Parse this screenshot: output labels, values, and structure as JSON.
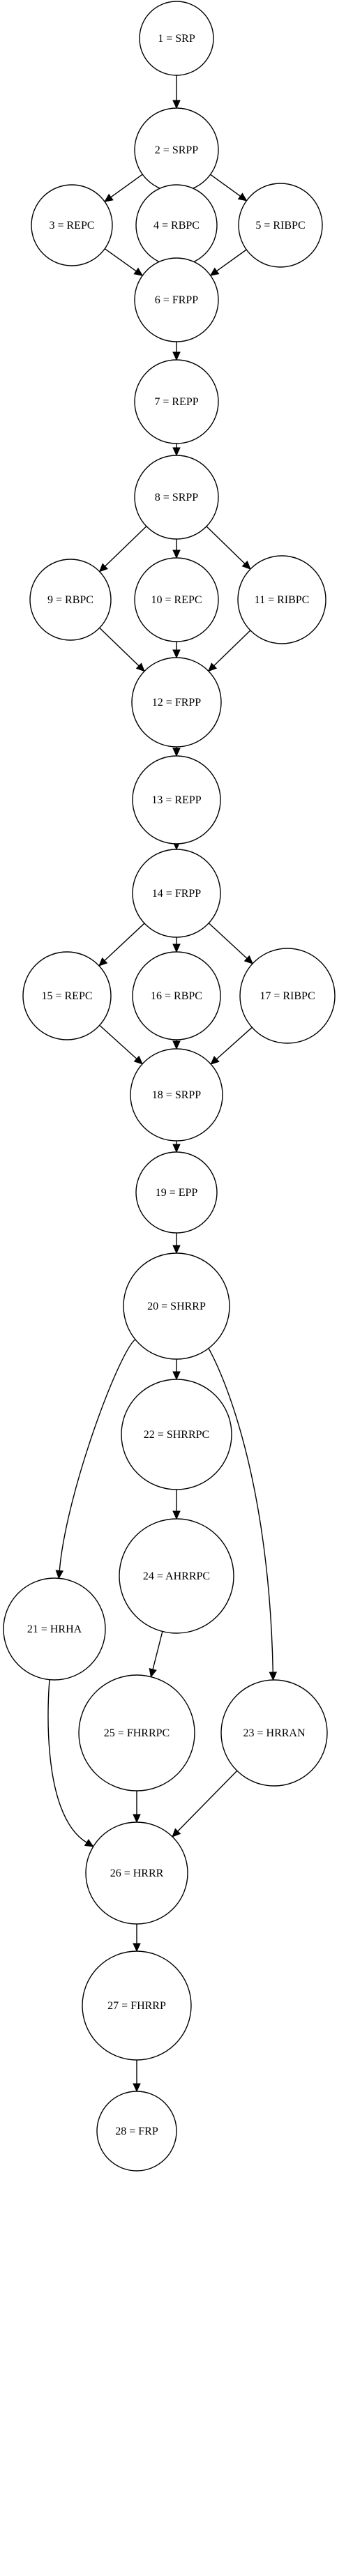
{
  "diagram": {
    "nodes": [
      {
        "id": "n1",
        "label": "1 = SRP"
      },
      {
        "id": "n2",
        "label": "2 = SRPP"
      },
      {
        "id": "n3",
        "label": "3 = REPC"
      },
      {
        "id": "n4",
        "label": "4 = RBPC"
      },
      {
        "id": "n5",
        "label": "5 = RIBPC"
      },
      {
        "id": "n6",
        "label": "6 = FRPP"
      },
      {
        "id": "n7",
        "label": "7 = REPP"
      },
      {
        "id": "n8",
        "label": "8 = SRPP"
      },
      {
        "id": "n9",
        "label": "9 = RBPC"
      },
      {
        "id": "n10",
        "label": "10 = REPC"
      },
      {
        "id": "n11",
        "label": "11 = RIBPC"
      },
      {
        "id": "n12",
        "label": "12 = FRPP"
      },
      {
        "id": "n13",
        "label": "13 = REPP"
      },
      {
        "id": "n14",
        "label": "14 = FRPP"
      },
      {
        "id": "n15",
        "label": "15 = REPC"
      },
      {
        "id": "n16",
        "label": "16 = RBPC"
      },
      {
        "id": "n17",
        "label": "17 = RIBPC"
      },
      {
        "id": "n18",
        "label": "18 = SRPP"
      },
      {
        "id": "n19",
        "label": "19 = EPP"
      },
      {
        "id": "n20",
        "label": "20 = SHRRP"
      },
      {
        "id": "n21",
        "label": "21 = HRHA"
      },
      {
        "id": "n22",
        "label": "22 = SHRRPC"
      },
      {
        "id": "n23",
        "label": "23 = HRRAN"
      },
      {
        "id": "n24",
        "label": "24 = AHRRPC"
      },
      {
        "id": "n25",
        "label": "25 = FHRRPC"
      },
      {
        "id": "n26",
        "label": "26 = HRRR"
      },
      {
        "id": "n27",
        "label": "27 = FHRRP"
      },
      {
        "id": "n28",
        "label": "28 = FRP"
      }
    ],
    "edges": [
      {
        "from": "n1",
        "to": "n2"
      },
      {
        "from": "n2",
        "to": "n3"
      },
      {
        "from": "n2",
        "to": "n4"
      },
      {
        "from": "n2",
        "to": "n5"
      },
      {
        "from": "n3",
        "to": "n6"
      },
      {
        "from": "n4",
        "to": "n6"
      },
      {
        "from": "n5",
        "to": "n6"
      },
      {
        "from": "n6",
        "to": "n7"
      },
      {
        "from": "n7",
        "to": "n8"
      },
      {
        "from": "n8",
        "to": "n9"
      },
      {
        "from": "n8",
        "to": "n10"
      },
      {
        "from": "n8",
        "to": "n11"
      },
      {
        "from": "n9",
        "to": "n12"
      },
      {
        "from": "n10",
        "to": "n12"
      },
      {
        "from": "n11",
        "to": "n12"
      },
      {
        "from": "n12",
        "to": "n13"
      },
      {
        "from": "n13",
        "to": "n14"
      },
      {
        "from": "n14",
        "to": "n15"
      },
      {
        "from": "n14",
        "to": "n16"
      },
      {
        "from": "n14",
        "to": "n17"
      },
      {
        "from": "n15",
        "to": "n18"
      },
      {
        "from": "n16",
        "to": "n18"
      },
      {
        "from": "n17",
        "to": "n18"
      },
      {
        "from": "n18",
        "to": "n19"
      },
      {
        "from": "n19",
        "to": "n20"
      },
      {
        "from": "n20",
        "to": "n21"
      },
      {
        "from": "n20",
        "to": "n22"
      },
      {
        "from": "n20",
        "to": "n23"
      },
      {
        "from": "n22",
        "to": "n24"
      },
      {
        "from": "n24",
        "to": "n25"
      },
      {
        "from": "n21",
        "to": "n26"
      },
      {
        "from": "n25",
        "to": "n26"
      },
      {
        "from": "n23",
        "to": "n26"
      },
      {
        "from": "n26",
        "to": "n27"
      },
      {
        "from": "n27",
        "to": "n28"
      }
    ]
  }
}
